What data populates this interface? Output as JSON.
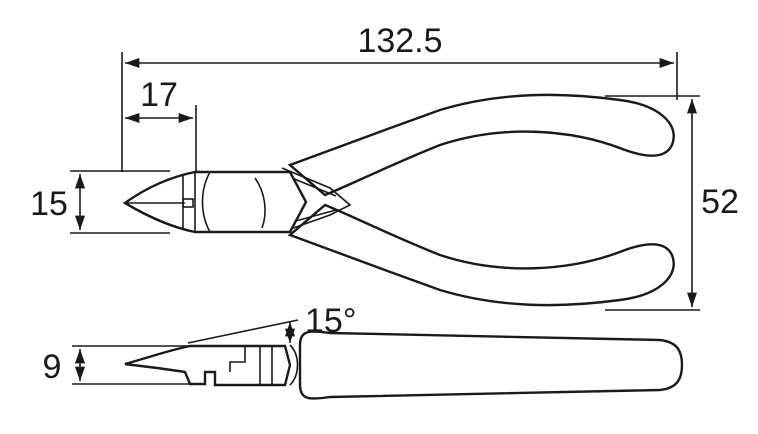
{
  "dimensions": {
    "overall_length": "132.5",
    "jaw_length": "17",
    "head_width": "15",
    "handle_span": "52",
    "head_thickness": "9",
    "bevel_angle": "15°"
  }
}
